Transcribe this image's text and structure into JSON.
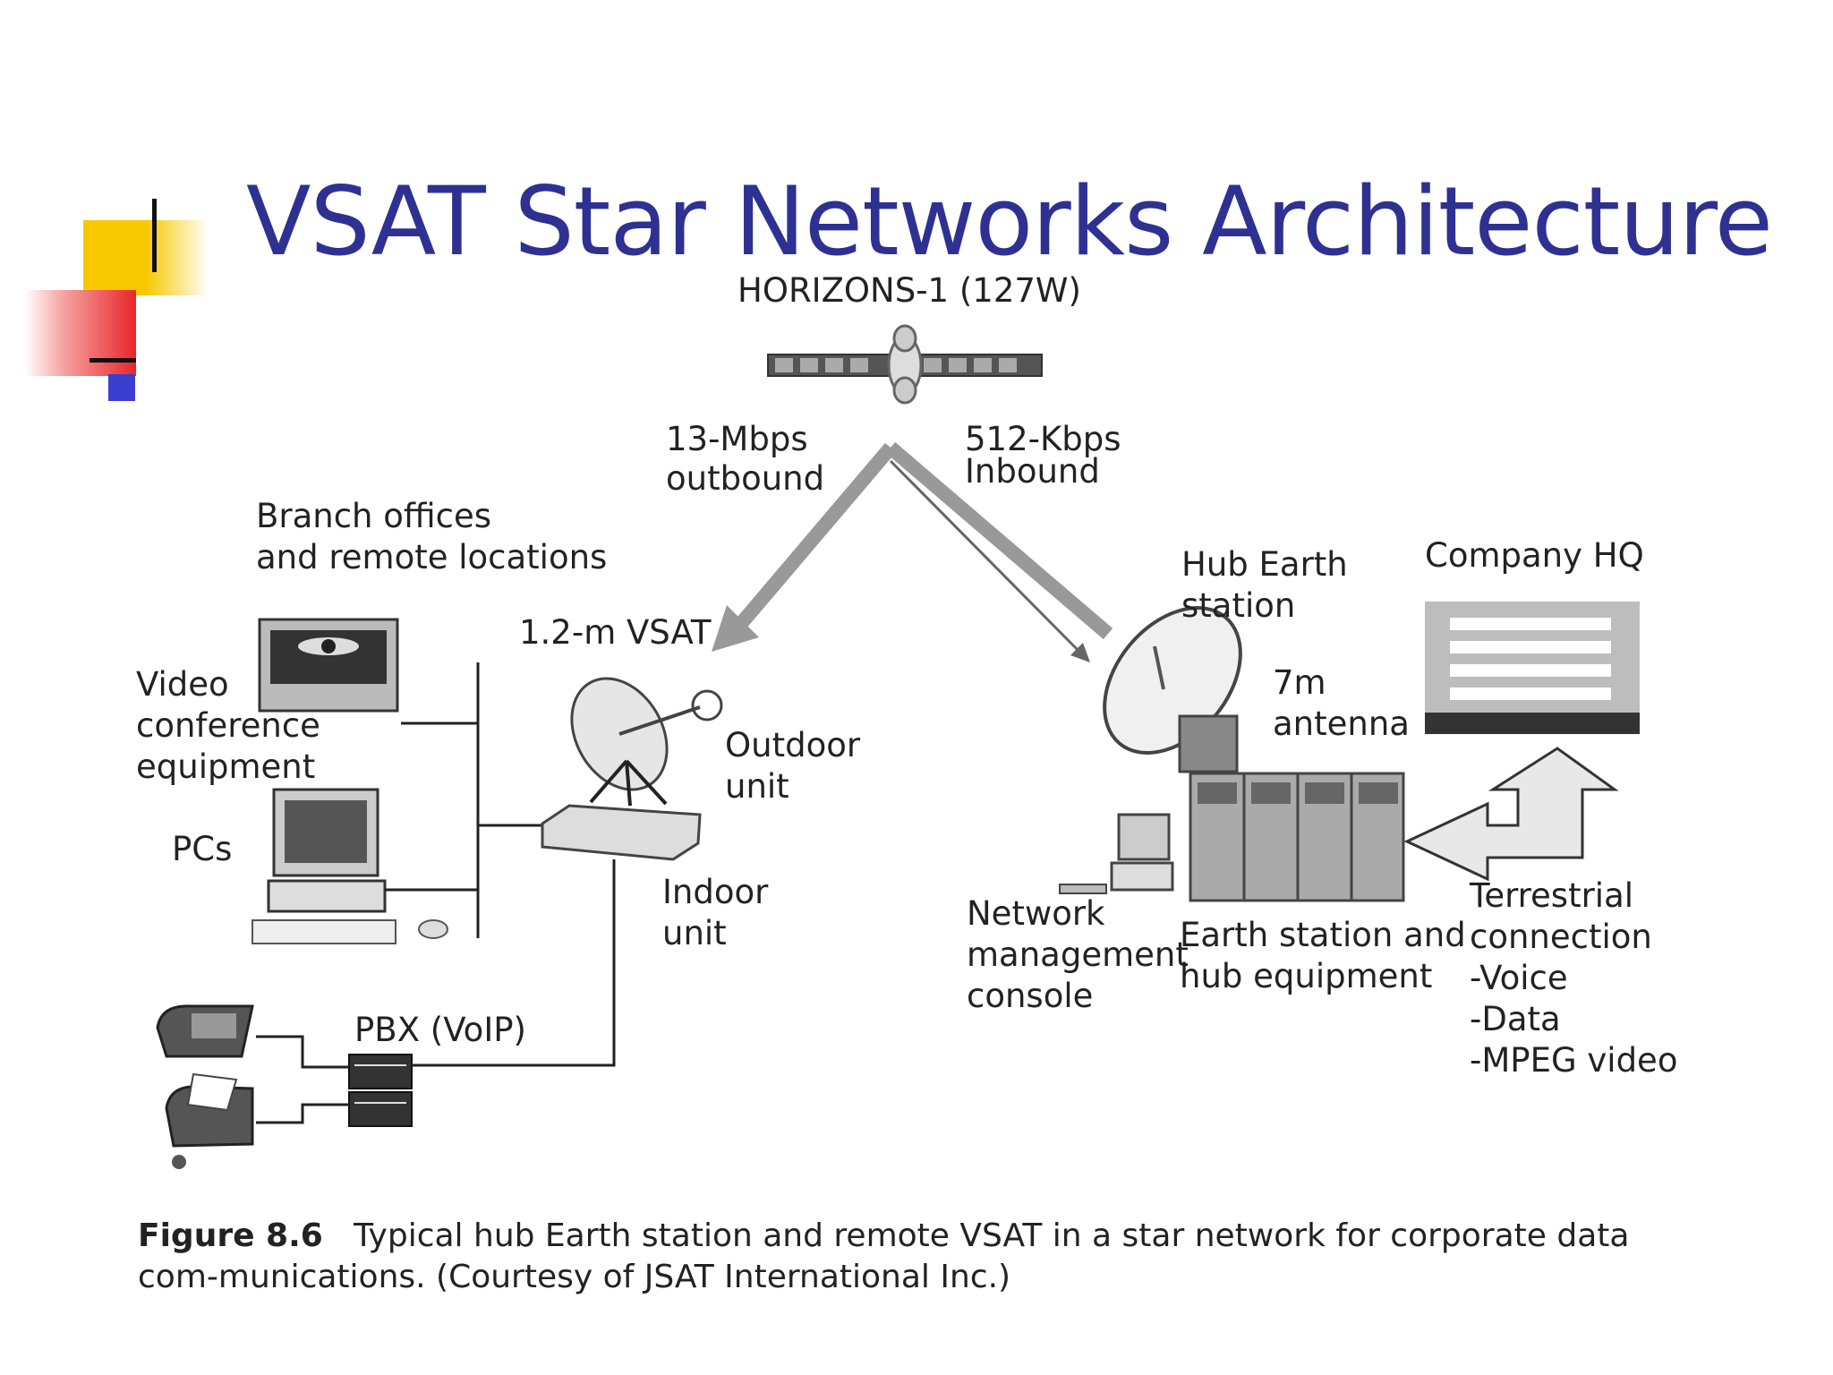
{
  "slide": {
    "title": "VSAT Star Networks Architecture"
  },
  "diagram": {
    "satellite_label": "HORIZONS-1 (127W)",
    "outbound_line1": "13-Mbps",
    "outbound_line2": "outbound",
    "inbound_line1": "512-Kbps",
    "inbound_line2": "Inbound",
    "branch_line1": "Branch offices",
    "branch_line2": "and remote locations",
    "vsat_label": "1.2-m VSAT",
    "video_line1": "Video",
    "video_line2": "conference",
    "video_line3": "equipment",
    "pcs_label": "PCs",
    "outdoor_line1": "Outdoor",
    "outdoor_line2": "unit",
    "indoor_line1": "Indoor",
    "indoor_line2": "unit",
    "pbx_label": "PBX (VoIP)",
    "hub_line1": "Hub Earth",
    "hub_line2": "station",
    "antenna_line1": "7m",
    "antenna_line2": "antenna",
    "hq_label": "Company HQ",
    "nmc_line1": "Network",
    "nmc_line2": "management",
    "nmc_line3": "console",
    "hubeq_line1": "Earth station and",
    "hubeq_line2": "hub equipment",
    "terr_line1": "Terrestrial",
    "terr_line2": "connection",
    "terr_line3": "-Voice",
    "terr_line4": "-Data",
    "terr_line5": "-MPEG video"
  },
  "caption": {
    "figure": "Figure 8.6",
    "text": "Typical hub Earth station and remote VSAT in a star network for corporate data com-munications. (Courtesy of JSAT International Inc.)"
  },
  "colors": {
    "title": "#2e3192",
    "accent_yellow": "#f7c800",
    "accent_red": "#e8262a",
    "accent_blue": "#3a3fd0"
  }
}
